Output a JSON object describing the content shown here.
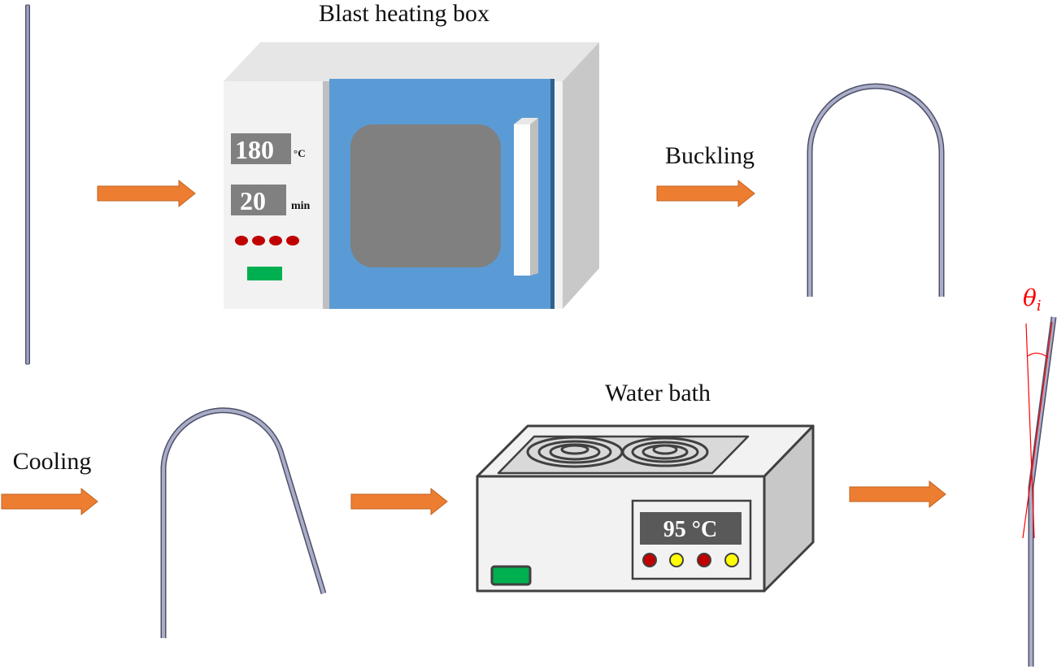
{
  "labels": {
    "blast_heating_box": "Blast heating box",
    "buckling": "Buckling",
    "cooling": "Cooling",
    "water_bath": "Water bath"
  },
  "oven": {
    "temperature_value": "180",
    "temperature_unit": "°C",
    "time_value": "20",
    "time_unit": "min"
  },
  "water_bath": {
    "display": "95 °C"
  },
  "angle_symbol": "θ",
  "angle_subscript": "i",
  "colors": {
    "arrow": "#ED7D31",
    "arrow_outline": "#C0621E",
    "rod": "#8A8FB0",
    "rod_outline": "#4D5068",
    "oven_door": "#5B9BD5",
    "oven_window": "#808080",
    "oven_display": "#808080",
    "indicator_red": "#C00000",
    "indicator_yellow": "#FFFF00",
    "power_green": "#00B050",
    "angle_red": "#FF0000"
  }
}
